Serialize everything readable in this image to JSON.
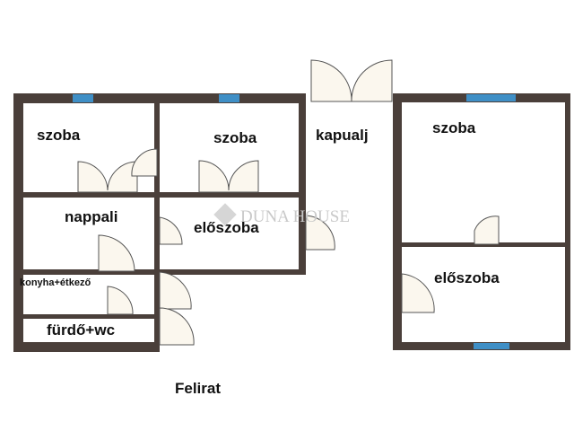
{
  "rooms": {
    "szoba_1": "szoba",
    "szoba_2": "szoba",
    "kapualj": "kapualj",
    "szoba_3": "szoba",
    "nappali": "nappali",
    "eloszoba_1": "előszoba",
    "konyha": "konyha+étkező",
    "furdo": "fürdő+wc",
    "eloszoba_2": "előszoba"
  },
  "caption": "Felirat",
  "watermark": "DUNA HOUSE",
  "colors": {
    "wall": "#4a3f3a",
    "window": "#3f8fc6",
    "door_fill": "#fbf7ee"
  }
}
